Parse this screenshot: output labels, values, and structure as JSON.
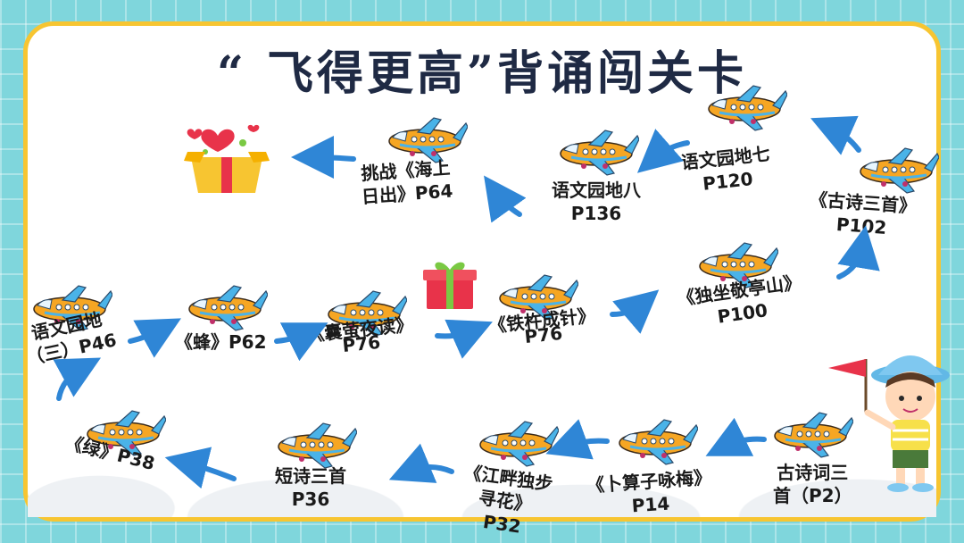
{
  "title": "“ 飞得更高”背诵闯关卡",
  "stations": {
    "s1": {
      "line1": "古诗词三",
      "line2": "首（P2）"
    },
    "s2": {
      "line1": "《卜算子咏梅》",
      "line2": "P14"
    },
    "s3": {
      "line1": "《江畔独步",
      "line2": "寻花》",
      "line3": "P32"
    },
    "s4": {
      "line1": "短诗三首",
      "line2": "P36"
    },
    "s5": {
      "line1": "《绿》P38"
    },
    "s6": {
      "line1": "语文园地",
      "line2": "（三）P46"
    },
    "s7": {
      "line1": "《蜂》P62"
    },
    "s8": {
      "line1": "《囊萤夜读》",
      "line2": "P76"
    },
    "s9": {
      "line1": "《铁杵成针》",
      "line2": "P76"
    },
    "s10": {
      "line1": "《独坐敬亭山》",
      "line2": "P100"
    },
    "s11": {
      "line1": "《古诗三首》",
      "line2": "P102"
    },
    "s12": {
      "line1": "语文园地七",
      "line2": "P120"
    },
    "s13": {
      "line1": "语文园地八",
      "line2": "P136"
    },
    "s14": {
      "line1": "挑战《海上",
      "line2": "日出》P64"
    }
  },
  "colors": {
    "accent": "#f7c531",
    "arrow": "#2f86d6",
    "title": "#1f2a44"
  }
}
